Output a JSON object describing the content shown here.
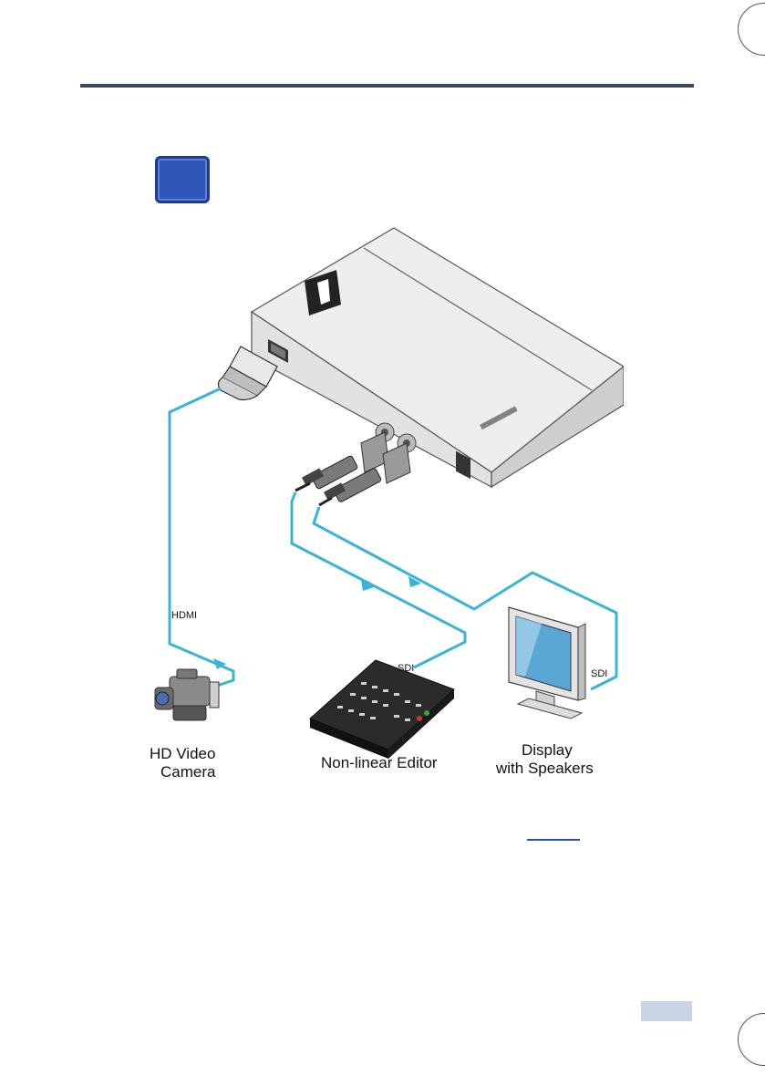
{
  "diagram": {
    "labels": {
      "hdmi": "HDMI",
      "sdi_editor": "SDI",
      "sdi_display": "SDI",
      "camera_line1": "HD Video",
      "camera_line2": "Camera",
      "editor": "Non-linear Editor",
      "display_line1": "Display",
      "display_line2": "with Speakers"
    },
    "colors": {
      "cable": "#39b4d8",
      "step_box": "#2f55b8",
      "rule": "#3a4a5a",
      "page_box": "#c9d4e6"
    }
  }
}
